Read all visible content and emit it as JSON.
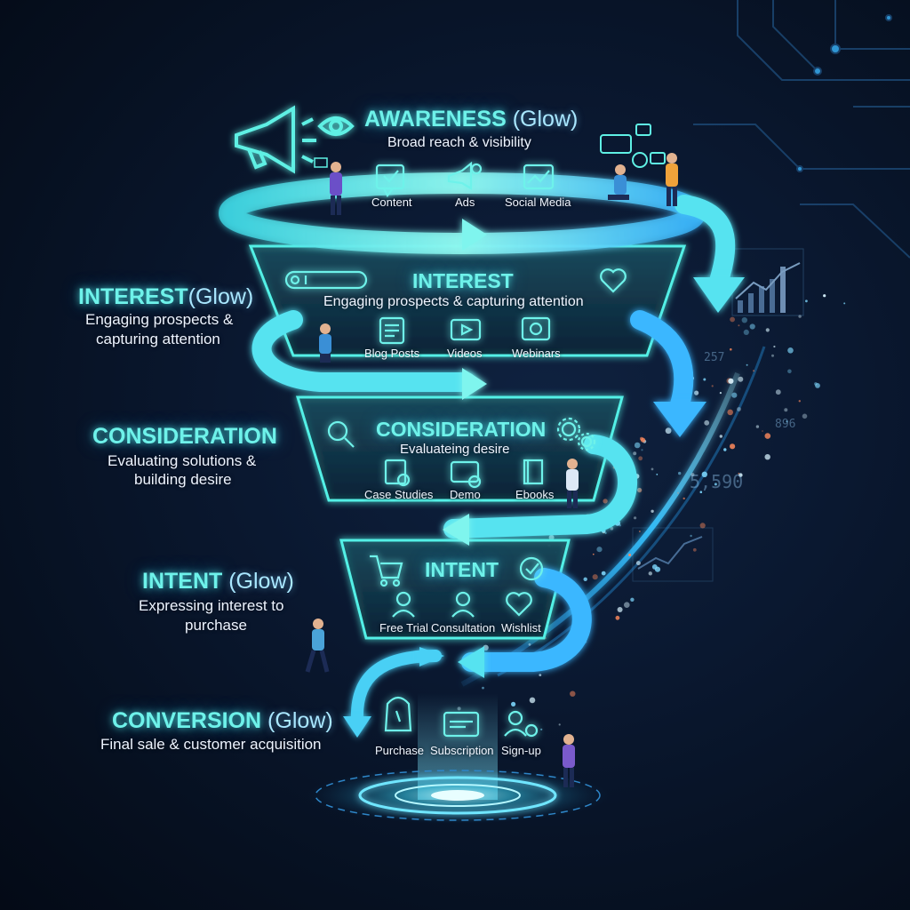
{
  "stages": {
    "awareness": {
      "title": "AWARENESS",
      "glow": "(Glow)",
      "subtitle": "Broad reach & visibility",
      "items": [
        "Content",
        "Ads",
        "Social Media"
      ],
      "icons": [
        "content-icon",
        "ads-icon",
        "social-media-icon"
      ]
    },
    "interest": {
      "side_title": "INTEREST",
      "side_glow": "(Glow)",
      "side_desc_1": "Engaging prospects &",
      "side_desc_2": "capturing attention",
      "title": "INTEREST",
      "subtitle": "Engaging prospects & capturing attention",
      "items": [
        "Blog Posts",
        "Videos",
        "Webinars"
      ],
      "icons": [
        "blog-posts-icon",
        "videos-icon",
        "webinars-icon"
      ]
    },
    "consideration": {
      "side_title": "CONSIDERATION",
      "side_desc_1": "Evaluating solutions &",
      "side_desc_2": "building desire",
      "title": "CONSIDERATION",
      "subtitle": "Evaluateing desire",
      "items": [
        "Case Studies",
        "Demo",
        "Ebooks"
      ],
      "icons": [
        "case-studies-icon",
        "demo-icon",
        "ebooks-icon"
      ]
    },
    "intent": {
      "side_title": "INTENT",
      "side_glow": "(Glow)",
      "side_desc_1": "Expressing interest to",
      "side_desc_2": "purchase",
      "title": "INTENT",
      "items": [
        "Free Trial",
        "Consultation",
        "Wishlist"
      ],
      "icons": [
        "free-trial-icon",
        "consultation-icon",
        "wishlist-icon"
      ]
    },
    "conversion": {
      "title": "CONVERSION",
      "glow": "(Glow)",
      "subtitle": "Final sale & customer acquisition",
      "items": [
        "Purchase",
        "Subscription",
        "Sign-up"
      ],
      "icons": [
        "purchase-icon",
        "subscription-icon",
        "sign-up-icon"
      ]
    }
  },
  "background_stats": [
    "257",
    "896",
    "5,590"
  ],
  "colors": {
    "background": "#071225",
    "funnel_glow": "#52f0e6",
    "funnel_fill": "#0f2b3e",
    "accent_blue": "#3ab7ff",
    "particle_orange": "#ff8a5c"
  }
}
